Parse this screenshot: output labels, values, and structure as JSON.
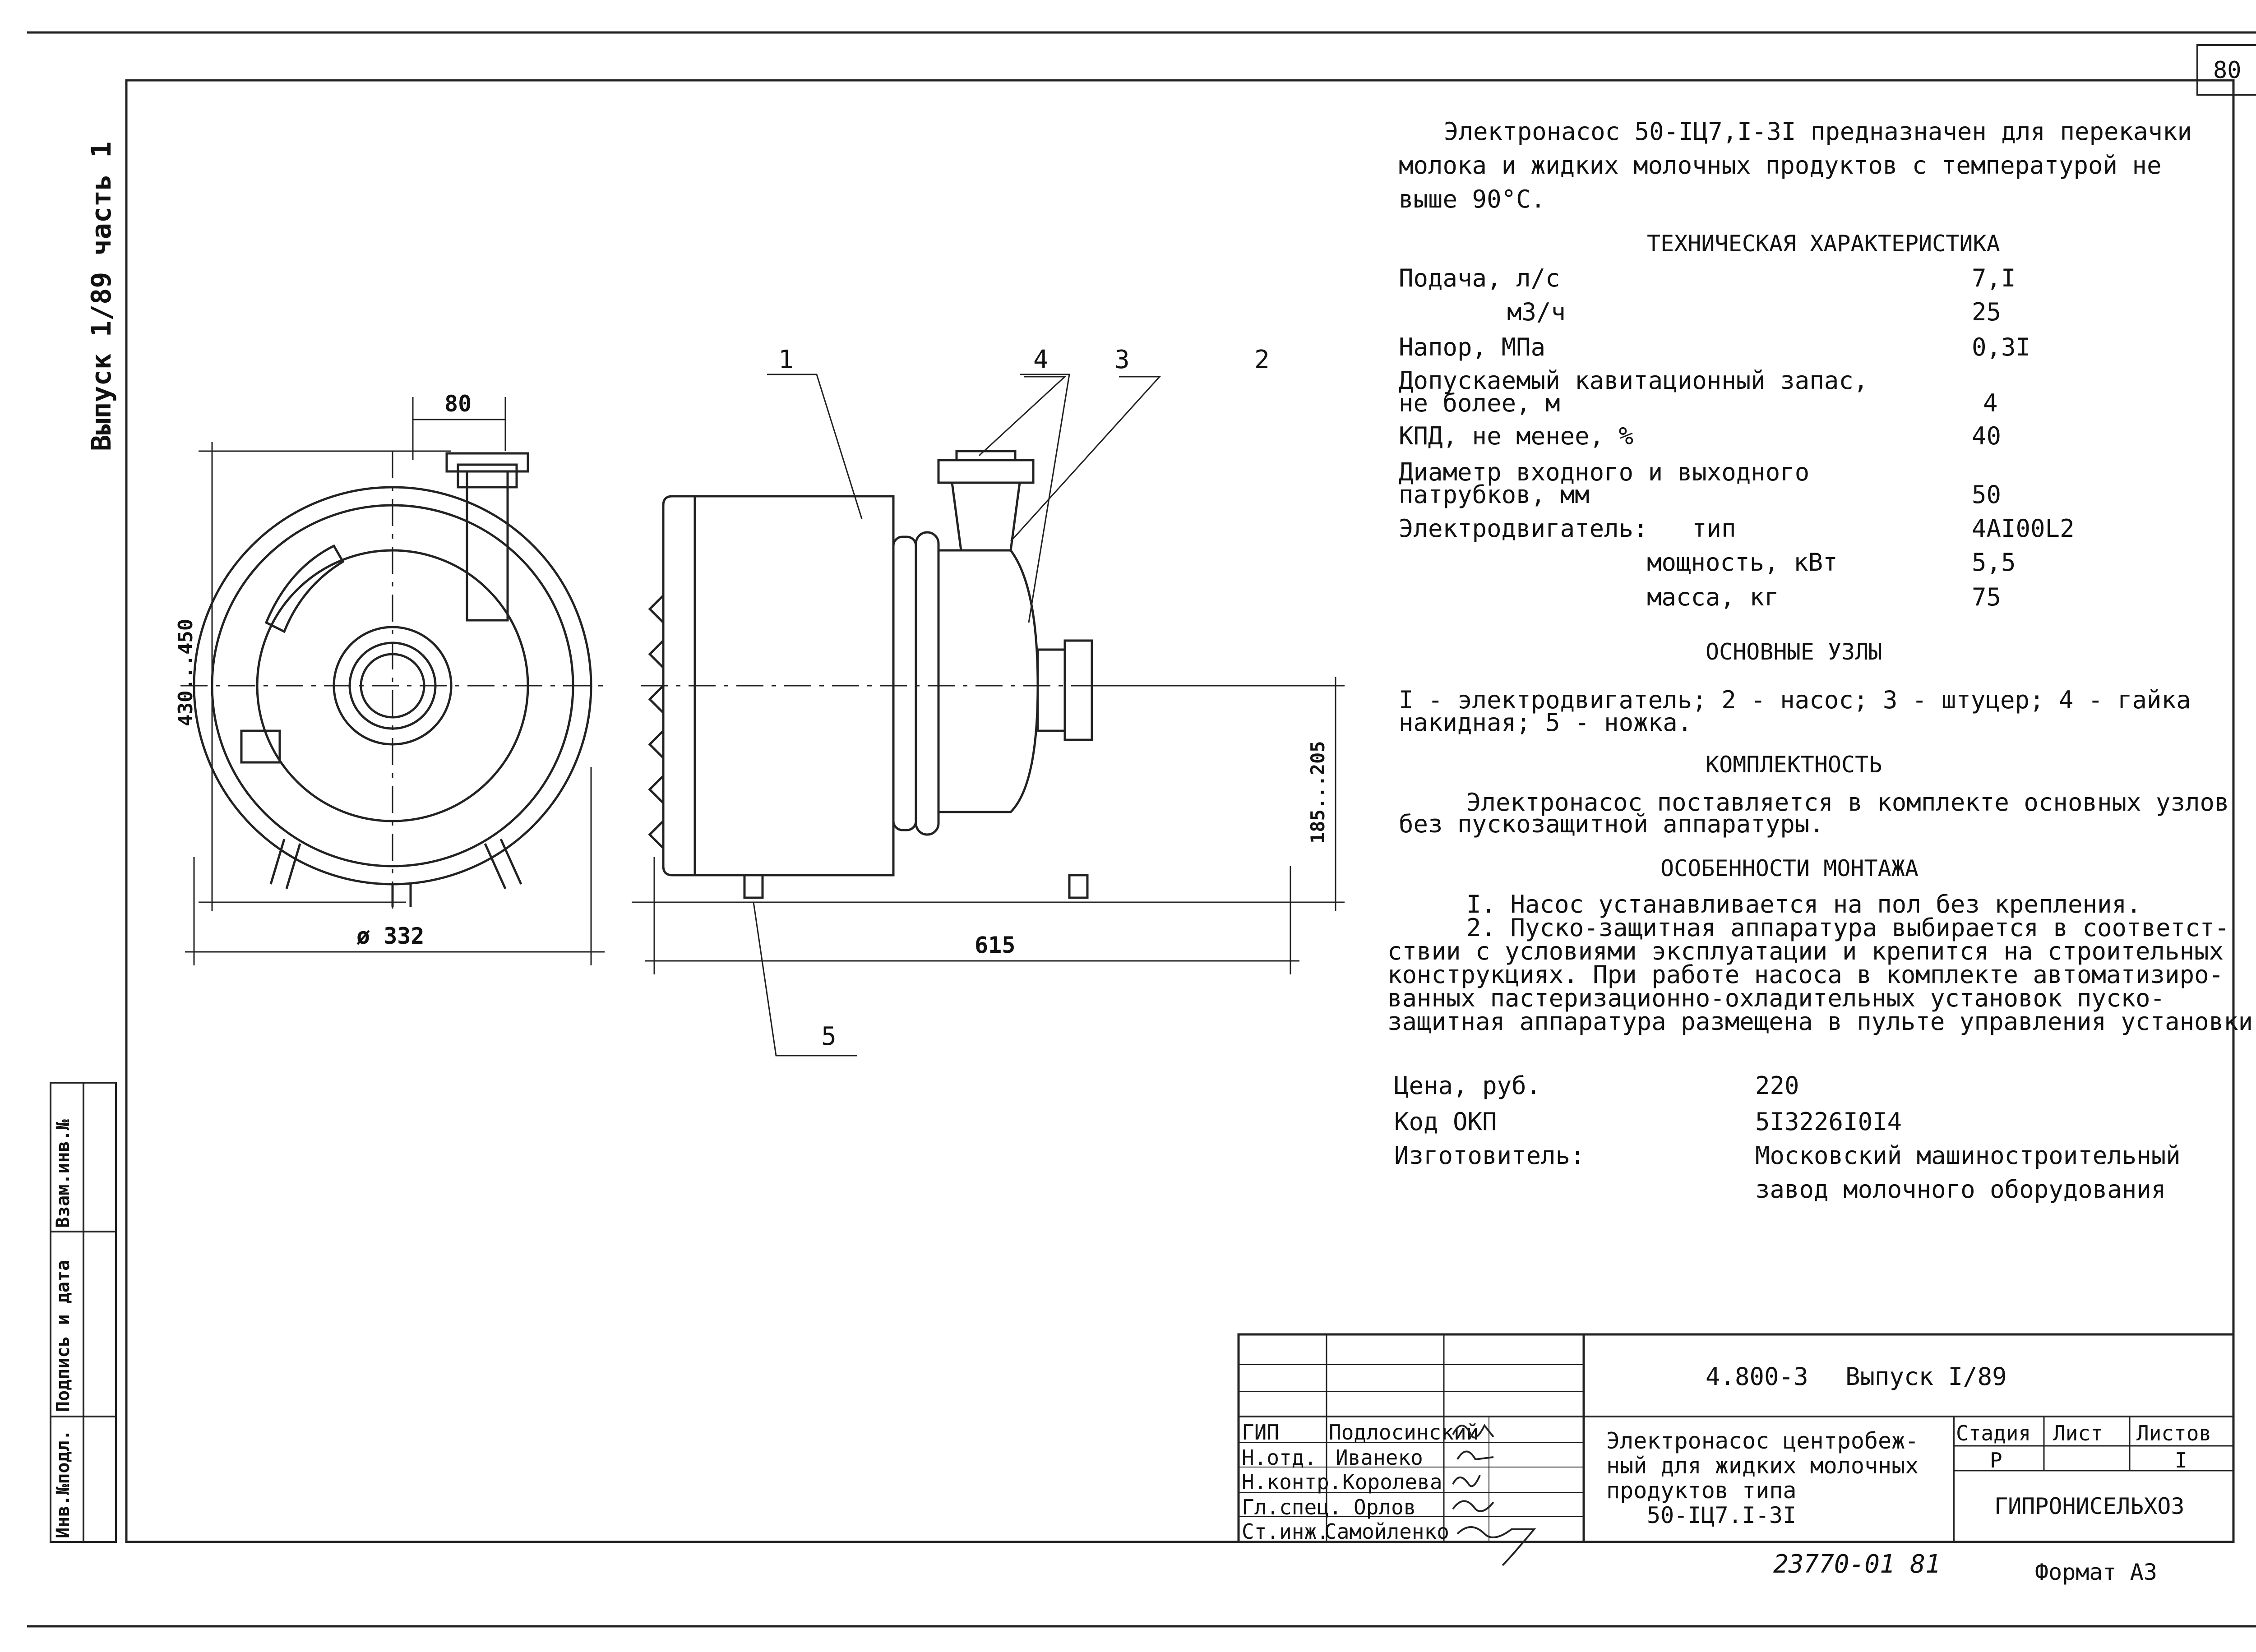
{
  "page_number": "80",
  "side_note": "Выпуск 1/89 часть 1",
  "intro": {
    "line1": "Электронасос 50-IЦ7,I-3I предназначен для перекачки",
    "line2": "молока и жидких молочных продуктов с температурой не",
    "line3": "выше 90°С."
  },
  "tech": {
    "heading": "ТЕХНИЧЕСКАЯ ХАРАКТЕРИСТИКА",
    "rows": [
      {
        "label": "Подача, л/с",
        "value": "7,I"
      },
      {
        "label": "м3/ч",
        "value": "25"
      },
      {
        "label": "Напор, МПа",
        "value": "0,3I"
      },
      {
        "label": "Допускаемый кавитационный запас,",
        "value": ""
      },
      {
        "label": "не более, м",
        "value": "4"
      },
      {
        "label": "КПД, не менее, %",
        "value": "40"
      },
      {
        "label": "Диаметр входного и выходного",
        "value": ""
      },
      {
        "label": "патрубков, мм",
        "value": "50"
      },
      {
        "label": "Электродвигатель:",
        "sub": "тип",
        "value": "4АI00L2"
      },
      {
        "label": "",
        "sub": "мощность, кВт",
        "value": "5,5"
      },
      {
        "label": "",
        "sub": "масса, кг",
        "value": "75"
      }
    ]
  },
  "units": {
    "heading": "ОСНОВНЫЕ УЗЛЫ",
    "line1": "I - электродвигатель; 2 - насос; 3 - штуцер; 4 - гайка",
    "line2": "накидная; 5 - ножка."
  },
  "kit": {
    "heading": "КОМПЛЕКТНОСТЬ",
    "line1": "Электронасос поставляется в комплекте основных узлов",
    "line2": "без пускозащитной аппаратуры."
  },
  "mount": {
    "heading": "ОСОБЕННОСТИ МОНТАЖА",
    "lines": [
      "I. Насос устанавливается на пол без крепления.",
      "2. Пуско-защитная аппаратура выбирается в соответст-",
      "ствии с условиями эксплуатации и крепится на строительных",
      "конструкциях. При работе насоса в комплекте автоматизиро-",
      "ванных пастеризационно-охладительных установок пуско-",
      "защитная аппаратура размещена в пульте управления установки."
    ]
  },
  "info": {
    "price_label": "Цена, руб.",
    "price": "220",
    "okp_label": "Код ОКП",
    "okp": "5I3226I0I4",
    "maker_label": "Изготовитель:",
    "maker1": "Московский машиностроительный",
    "maker2": "завод молочного оборудования"
  },
  "drawing": {
    "dim_80": "80",
    "dim_height": "430...450",
    "dim_diam": "ø 332",
    "dim_len": "615",
    "dim_axis": "185...205",
    "leaders": [
      "1",
      "2",
      "3",
      "4",
      "5"
    ]
  },
  "left_strip": {
    "inv_podl": "Инв.№подл.",
    "podpis": "Подпись и дата",
    "vzam": "Взам.инв.№"
  },
  "stamp": {
    "doc_code": "4.800-3",
    "issue": "Выпуск I/89",
    "title1": "Электронасос центробеж-",
    "title2": "ный для жидких молочных",
    "title3": "продуктов типа",
    "title4": "50-IЦ7.I-3I",
    "stage_h": "Стадия",
    "sheet_h": "Лист",
    "sheets_h": "Листов",
    "stage": "Р",
    "sheets": "I",
    "org": "ГИПРОНИСЕЛЬХОЗ",
    "people": [
      {
        "role": "ГИП",
        "name": "Подлосинский"
      },
      {
        "role": "Н.отд.",
        "name": "Иванеко"
      },
      {
        "role": "Н.контр.",
        "name": "Королева"
      },
      {
        "role": "Гл.спец.",
        "name": "Орлов"
      },
      {
        "role": "Ст.инж.",
        "name": "Самойленко"
      }
    ],
    "bottom_num": "23770-01 81",
    "format": "Формат А3"
  }
}
